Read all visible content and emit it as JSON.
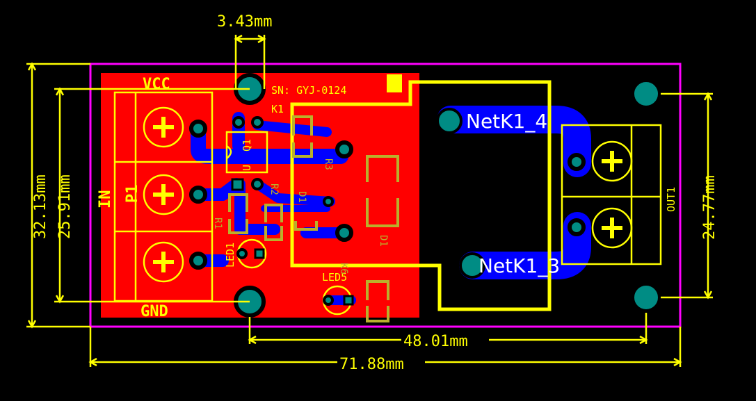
{
  "board": {
    "serial": "SN: GYJ-0124",
    "colors": {
      "background": "#000000",
      "outline": "#ff00ff",
      "top_copper": "#ff0000",
      "bottom_copper": "#0000ff",
      "silkscreen": "#ffff00",
      "pad": "#008c84",
      "overlay": "#b9b02c"
    }
  },
  "dimensions": {
    "pad_pitch": "3.43mm",
    "board_height": "32.13mm",
    "input_span": "25.91mm",
    "output_span": "24.77mm",
    "hole_span": "48.01mm",
    "board_width": "71.88mm"
  },
  "labels": {
    "vcc": "VCC",
    "gnd": "GND",
    "in": "IN",
    "p1": "P1",
    "k1": "K1",
    "q1": "Q1",
    "r1": "R1",
    "r2": "R2",
    "r3": "R3",
    "d1": "D1",
    "led1": "LED1",
    "led5": "LED5",
    "out1": "OUT1",
    "k6": "K6",
    "u": "U"
  },
  "nets": {
    "k1_4": "NetK1_4",
    "k1_3": "NetK1_3"
  }
}
